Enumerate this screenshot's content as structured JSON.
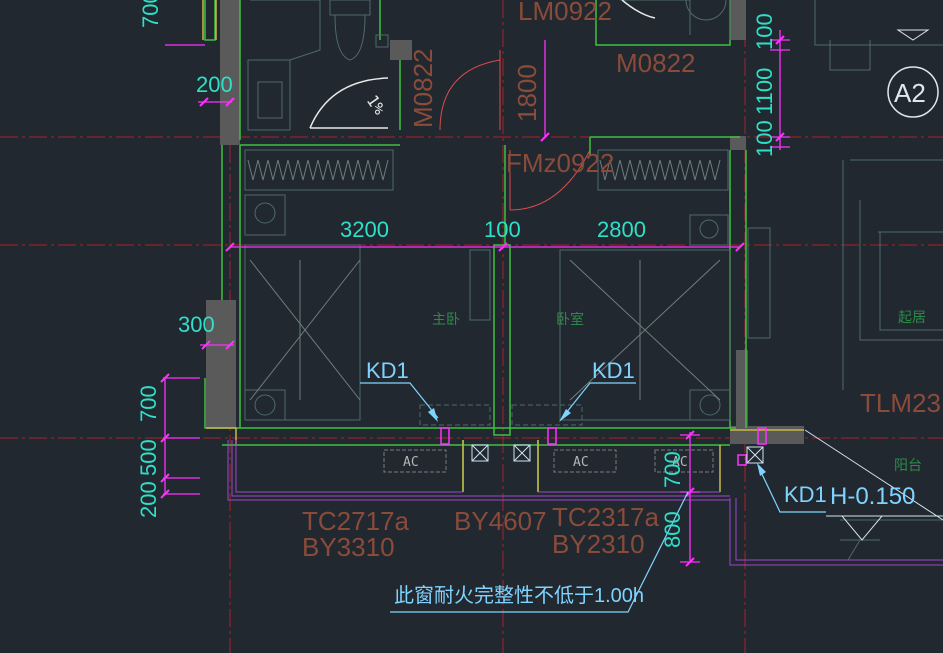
{
  "drawing": {
    "dimensions": {
      "top_left_700": "700",
      "width_200": "200",
      "room_width_3200": "3200",
      "wall_100": "100",
      "room_width_2800": "2800",
      "left_300": "300",
      "left_700": "700",
      "left_500": "500",
      "left_200": "200",
      "right_100_top": "100",
      "right_1100": "1100",
      "right_100_bottom": "100",
      "door_1800": "1800",
      "balcony_700": "700",
      "balcony_800": "800"
    },
    "labels": {
      "door_lm0922": "LM0922",
      "door_m0822_a": "M0822",
      "door_m0822_b": "M0822",
      "door_fmz0922": "FMz0922",
      "window_tc2717a": "TC2717a",
      "window_by3310": "BY3310",
      "window_by4607": "BY4607",
      "window_tc2317a": "TC2317a",
      "window_by2310": "BY2310",
      "door_tlm23": "TLM23",
      "elevation": "H-0.150",
      "ac_1": "AC",
      "ac_2": "AC",
      "ac_3": "AC",
      "slope_1pct": "1%"
    },
    "callouts": {
      "kd1_left": "KD1",
      "kd1_middle": "KD1",
      "kd1_right": "KD1"
    },
    "rooms": {
      "master_bedroom": "主卧",
      "bedroom": "卧室",
      "living": "起居",
      "balcony": "阳台"
    },
    "grid_bubble": "A2",
    "note": "此窗耐火完整性不低于1.00h"
  },
  "colors": {
    "background": "#212830",
    "wall_green": "#3fbf3f",
    "wall_fill": "#5a5a5a",
    "dimension_magenta": "#ff30ff",
    "dimension_text": "#2fe0c8",
    "label_brown": "#8a4b39",
    "axis_red": "#b0202a",
    "callout_blue": "#7fd4ff"
  }
}
